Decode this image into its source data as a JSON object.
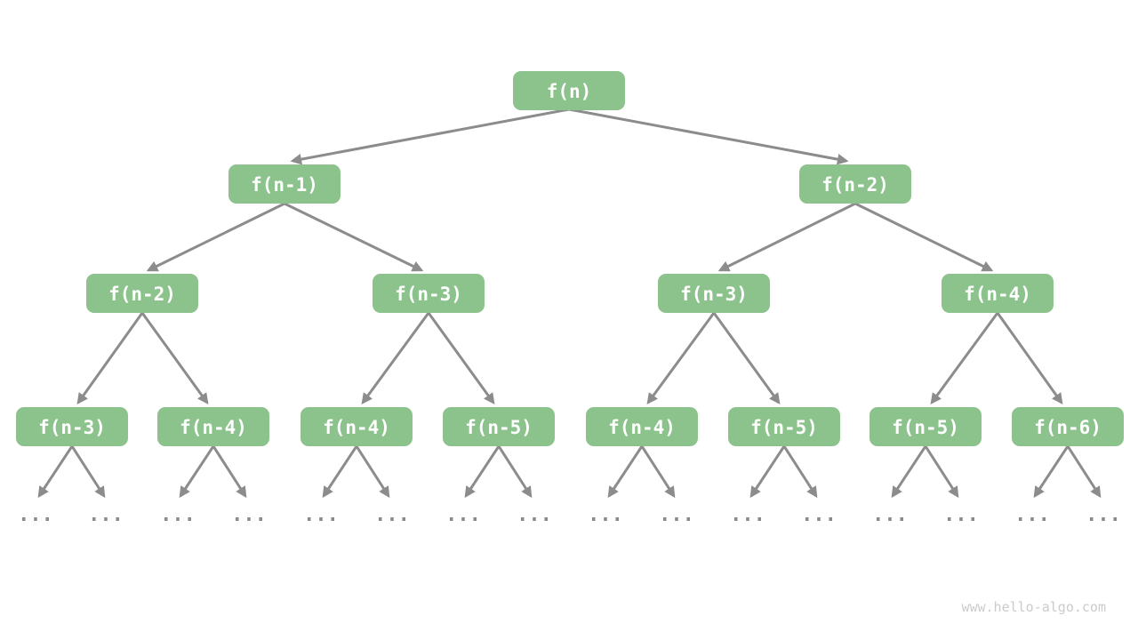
{
  "diagram": {
    "description": "Recursion tree of f(n) expanding into two subproblems per call",
    "ellipsis": "...",
    "watermark": "www.hello-algo.com",
    "tree": {
      "root": {
        "label": "f(n)"
      },
      "level1": [
        {
          "label": "f(n-1)"
        },
        {
          "label": "f(n-2)"
        }
      ],
      "level2": [
        {
          "label": "f(n-2)"
        },
        {
          "label": "f(n-3)"
        },
        {
          "label": "f(n-3)"
        },
        {
          "label": "f(n-4)"
        }
      ],
      "level3": [
        {
          "label": "f(n-3)"
        },
        {
          "label": "f(n-4)"
        },
        {
          "label": "f(n-4)"
        },
        {
          "label": "f(n-5)"
        },
        {
          "label": "f(n-4)"
        },
        {
          "label": "f(n-5)"
        },
        {
          "label": "f(n-5)"
        },
        {
          "label": "f(n-6)"
        }
      ]
    }
  },
  "colors": {
    "node_fill": "#8CC38C",
    "node_text": "#FFFFFF",
    "edge": "#8C8C8C",
    "watermark_text": "#CBCBCB",
    "background": "#FFFFFF"
  }
}
